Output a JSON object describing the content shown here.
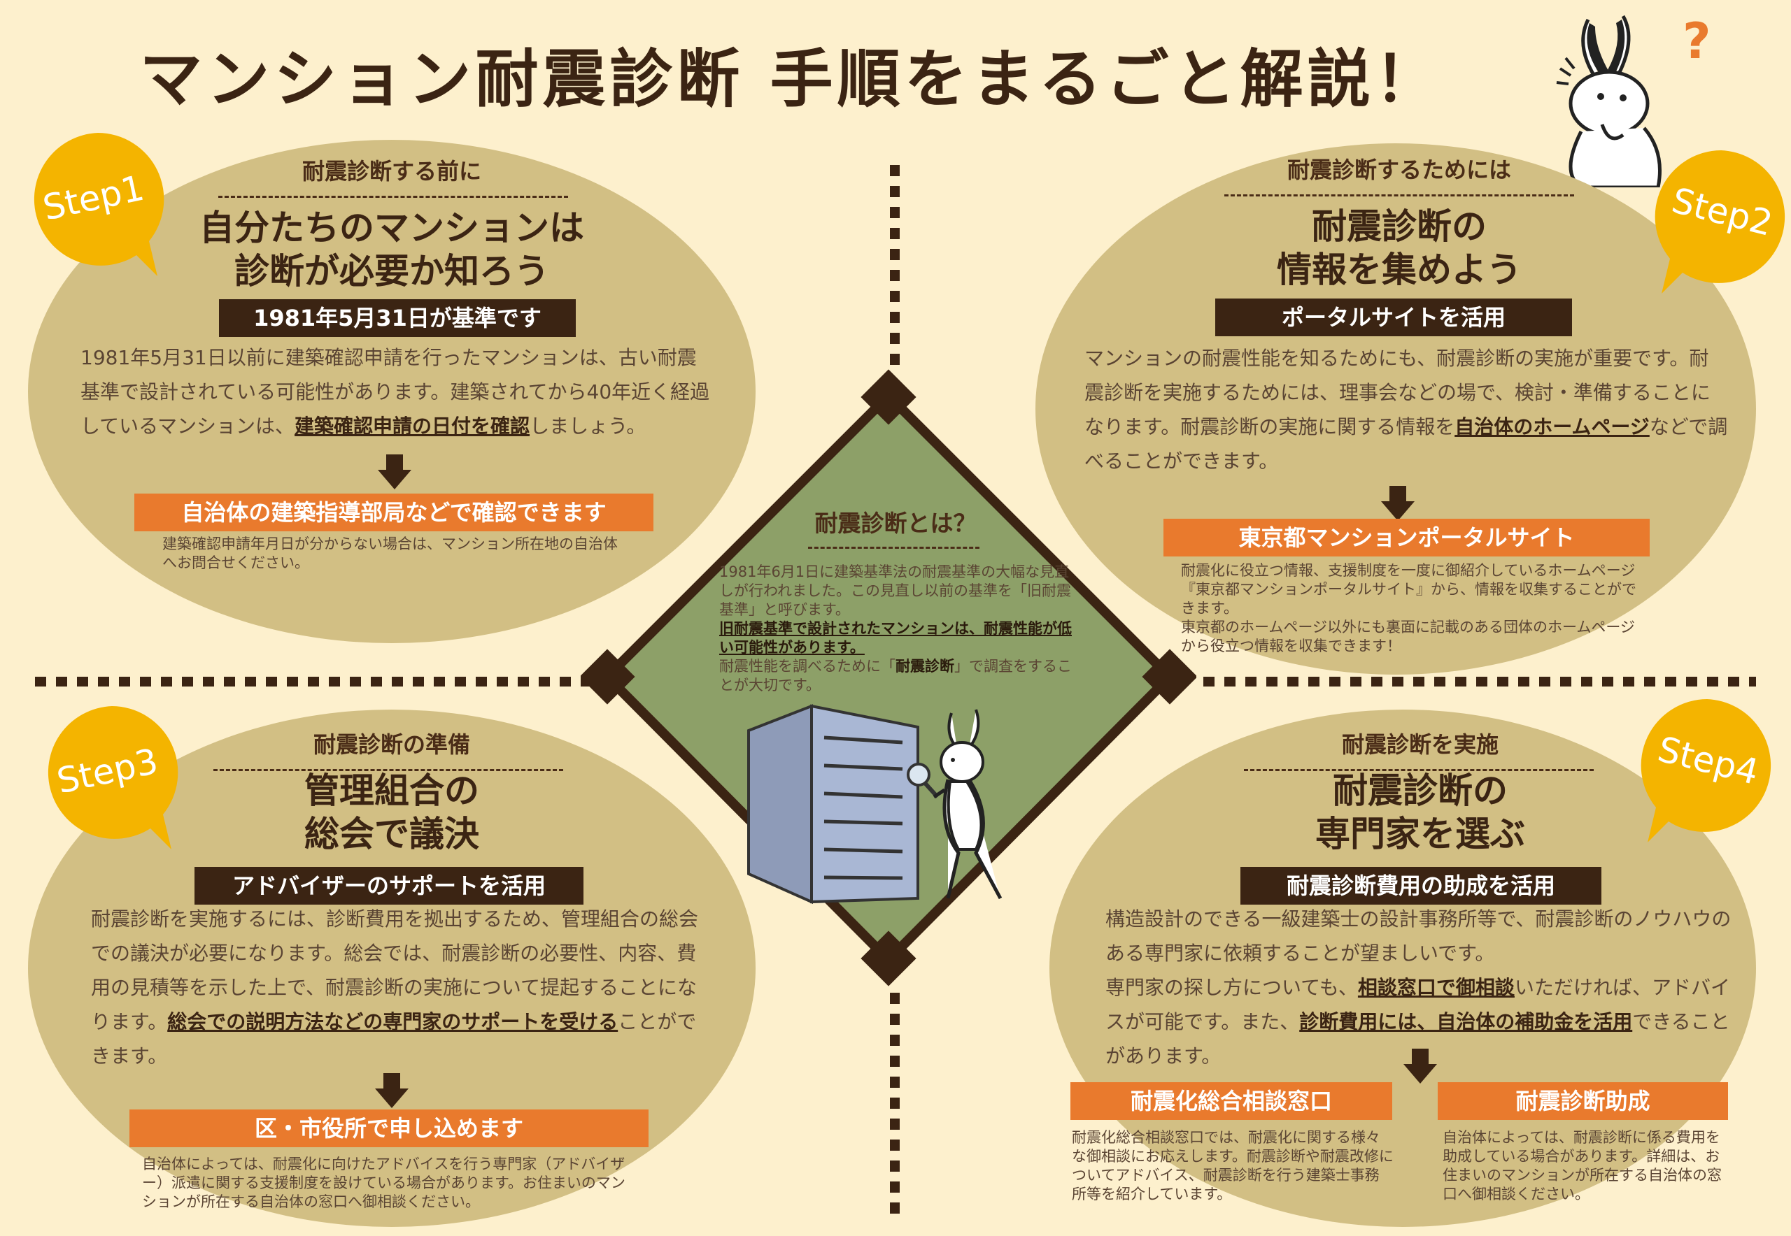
{
  "title": "マンション耐震診断 手順をまるごと解説！",
  "center": {
    "heading": "耐震診断とは？",
    "p1": "1981年6月1日に建築基準法の耐震基準の大幅な見直しが行われました。この見直し以前の基準を「旧耐震基準」と呼びます。",
    "p2_bold": "旧耐震基準で設計されたマンションは、耐震性能が低い可能性があります。",
    "p3_a": "耐震性能を調べるために「",
    "p3_bold": "耐震診断",
    "p3_b": "」で調査をすることが大切です。"
  },
  "step1": {
    "badge": "Step1",
    "subtitle": "耐震診断する前に",
    "heading_l1": "自分たちのマンションは",
    "heading_l2": "診断が必要か知ろう",
    "bar": "1981年5月31日が基準です",
    "body_a": "1981年5月31日以前に建築確認申請を行ったマンションは、古い耐震基準で設計されている可能性があります。建築されてから40年近く経過しているマンションは、",
    "body_u": "建築確認申請の日付を確認",
    "body_b": "しましょう。",
    "orange": "自治体の建築指導部局などで確認できます",
    "note": "建築確認申請年月日が分からない場合は、マンション所在地の自治体へお問合せください。"
  },
  "step2": {
    "badge": "Step2",
    "subtitle": "耐震診断するためには",
    "heading_l1": "耐震診断の",
    "heading_l2": "情報を集めよう",
    "bar": "ポータルサイトを活用",
    "body_a": "マンションの耐震性能を知るためにも、耐震診断の実施が重要です。耐震診断を実施するためには、理事会などの場で、検討・準備することになります。耐震診断の実施に関する情報を",
    "body_u": "自治体のホームページ",
    "body_b": "などで調べることができます。",
    "orange": "東京都マンションポータルサイト",
    "note1": "耐震化に役立つ情報、支援制度を一度に御紹介しているホームページ『東京都マンションポータルサイト』から、情報を収集することができます。",
    "note2": "東京都のホームページ以外にも裏面に記載のある団体のホームページから役立つ情報を収集できます！"
  },
  "step3": {
    "badge": "Step3",
    "subtitle": "耐震診断の準備",
    "heading_l1": "管理組合の",
    "heading_l2": "総会で議決",
    "bar": "アドバイザーのサポートを活用",
    "body_a": "耐震診断を実施するには、診断費用を拠出するため、管理組合の総会での議決が必要になります。総会では、耐震診断の必要性、内容、費用の見積等を示した上で、耐震診断の実施について提起することになります。",
    "body_u": "総会での説明方法などの専門家のサポートを受ける",
    "body_b": "ことができます。",
    "orange": "区・市役所で申し込めます",
    "note": "自治体によっては、耐震化に向けたアドバイスを行う専門家（アドバイザー）派遣に関する支援制度を設けている場合があります。お住まいのマンションが所在する自治体の窓口へ御相談ください。"
  },
  "step4": {
    "badge": "Step4",
    "subtitle": "耐震診断を実施",
    "heading_l1": "耐震診断の",
    "heading_l2": "専門家を選ぶ",
    "bar": "耐震診断費用の助成を活用",
    "body_a": "構造設計のできる一級建築士の設計事務所等で、耐震診断のノウハウのある専門家に依頼することが望ましいです。",
    "body_b": "専門家の探し方についても、",
    "body_u1": "相談窓口で御相談",
    "body_c": "いただければ、アドバイスが可能です。また、",
    "body_u2": "診断費用には、自治体の補助金を活用",
    "body_d": "できることがあります。",
    "orange_left": "耐震化総合相談窓口",
    "orange_right": "耐震診断助成",
    "note_left": "耐震化総合相談窓口では、耐震化に関する様々な御相談にお応えします。耐震診断や耐震改修についてアドバイス、耐震診断を行う建築士事務所等を紹介しています。",
    "note_right": "自治体によっては、耐震診断に係る費用を助成している場合があります。詳細は、お住まいのマンションが所在する自治体の窓口へ御相談ください。"
  },
  "colors": {
    "background": "#fdf0cd",
    "ellipse": "#d2bf84",
    "dark": "#3b2413",
    "orange": "#e97a2d",
    "badge": "#f4b400",
    "diamond": "#8da068"
  }
}
